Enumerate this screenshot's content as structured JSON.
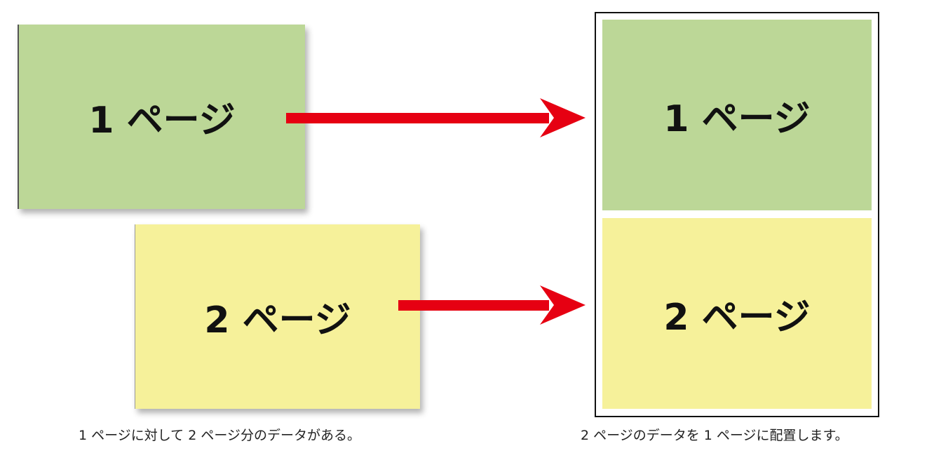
{
  "colors": {
    "page1": "#bcd797",
    "page2": "#f6f19a",
    "arrow": "#e60012"
  },
  "source": {
    "page1_label": "1 ページ",
    "page2_label": "2 ページ"
  },
  "result": {
    "page1_label": "1 ページ",
    "page2_label": "2 ページ"
  },
  "captions": {
    "left": "1 ページに対して 2 ページ分のデータがある。",
    "right": "2 ページのデータを 1 ページに配置します。"
  }
}
